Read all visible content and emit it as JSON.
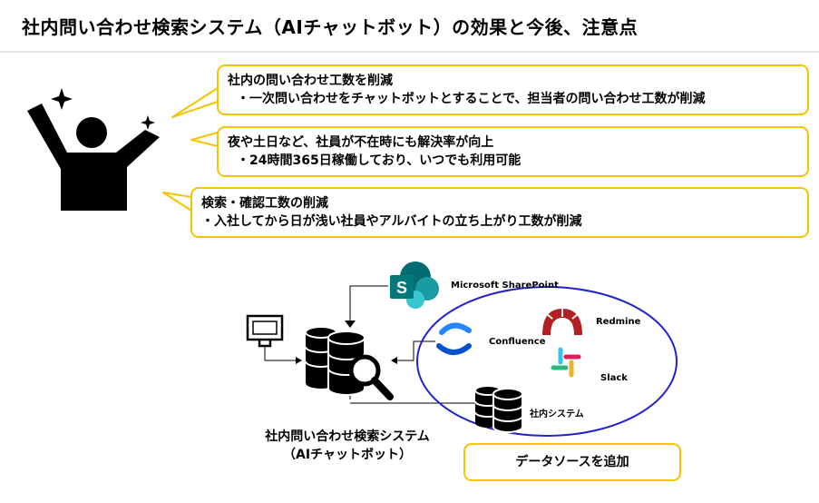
{
  "title": "社内問い合わせ検索システム（AIチャットボット）の効果と今後、注意点",
  "effects": [
    {
      "heading": "社内の問い合わせ工数を削減",
      "detail": "・一次問い合わせをチャットボットとすることで、担当者の問い合わせ工数が削減"
    },
    {
      "heading": "夜や土日など、社員が不在時にも解決率が向上",
      "detail": "・24時間365日稼働しており、いつでも利用可能"
    },
    {
      "heading": "検索・確認工数の削減",
      "detail": "・入社してから日が浅い社員やアルバイトの立ち上がり工数が削減"
    }
  ],
  "sources": {
    "sharepoint": "Microsoft SharePoint",
    "confluence": "Confluence",
    "redmine": "Redmine",
    "slack": "Slack",
    "internal": "社内システム"
  },
  "system": {
    "line1": "社内問い合わせ検索システム",
    "line2": "（AIチャットボット）"
  },
  "add_sources_label": "データソースを追加",
  "colors": {
    "accent_yellow": "#f5c400",
    "ellipse_blue": "#2222cc",
    "sharepoint_teal": "#038387",
    "confluence_blue": "#2684ff",
    "redmine_red": "#b32024"
  }
}
